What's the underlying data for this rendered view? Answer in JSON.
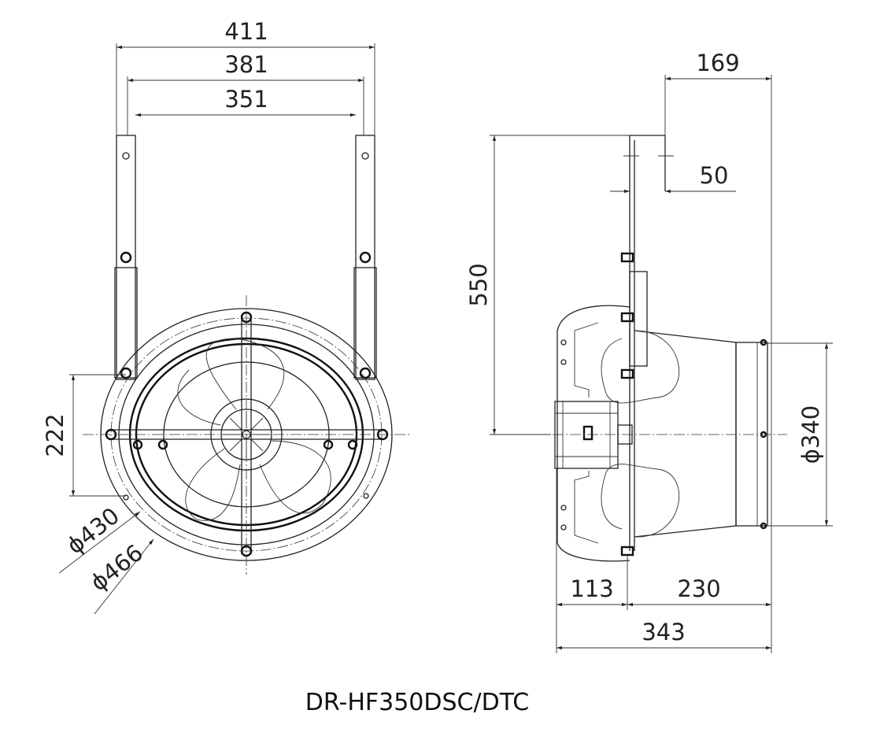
{
  "title": "DR-HF350DSC/DTC",
  "front_view": {
    "dims": {
      "overall_bracket_width": "411",
      "bracket_center_width": "381",
      "bracket_inner_width": "351",
      "center_to_mount_height": "222",
      "bolt_circle_diameter": "ϕ430",
      "outer_diameter": "ϕ466"
    }
  },
  "side_view": {
    "dims": {
      "bracket_offset": "169",
      "bracket_depth": "50",
      "mount_height": "550",
      "duct_diameter": "ϕ340",
      "motor_depth": "113",
      "duct_length": "230",
      "overall_depth": "343"
    }
  }
}
